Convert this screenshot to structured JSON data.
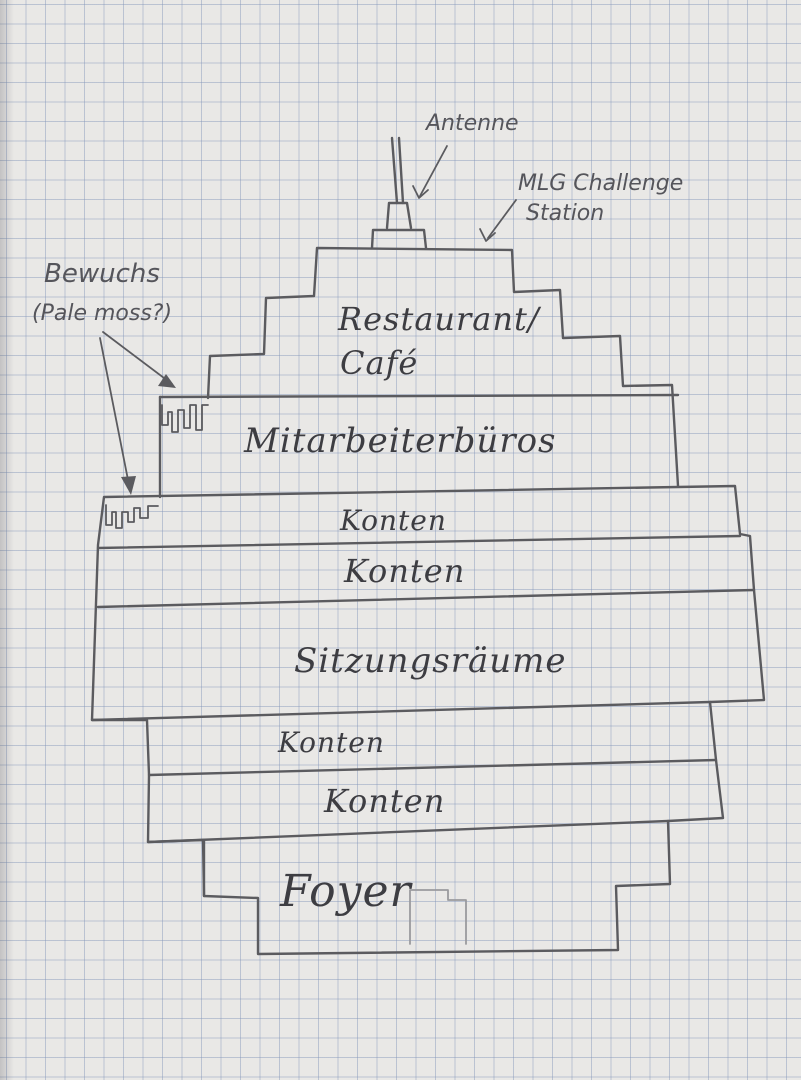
{
  "annotations": {
    "antenna": "Antenne",
    "challenge_line1": "MLG Challenge",
    "challenge_line2": "Station",
    "growth_line1": "Bewuchs",
    "growth_line2": "(Pale moss?)"
  },
  "floors": {
    "restaurant_line1": "Restaurant/",
    "restaurant_line2": "Café",
    "staff_offices": "Mitarbeiterbüros",
    "vaults_upper_1": "Konten",
    "vaults_upper_2": "Konten",
    "meeting_rooms": "Sitzungsräume",
    "vaults_lower_1": "Konten",
    "vaults_lower_2": "Konten",
    "foyer": "Foyer"
  },
  "colors": {
    "paper": "#e9e8e6",
    "grid": "#8296b9",
    "pencil": "#5b5b5f"
  }
}
